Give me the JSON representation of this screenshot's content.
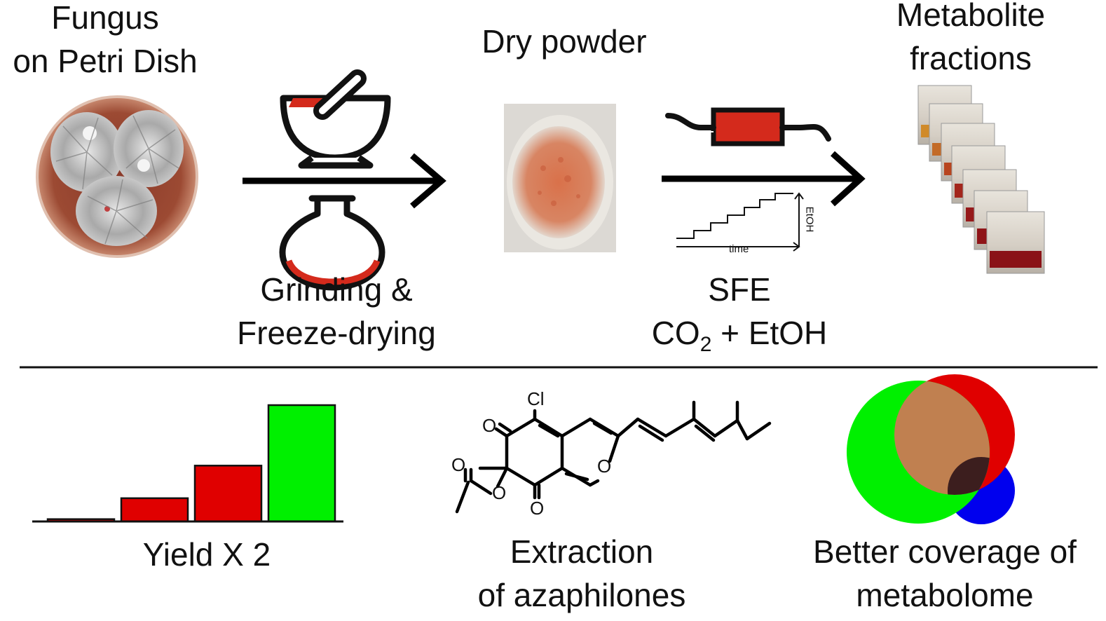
{
  "colors": {
    "red": "#d42a1c",
    "green": "#00f000",
    "blue": "#0000ee",
    "dark_red": "#e00000",
    "brown": "#c08050",
    "dark_brown": "#3c1e1e"
  },
  "steps": {
    "fungus": {
      "line1": "Fungus",
      "line2": "on Petri Dish"
    },
    "grinding": {
      "line1": "Grinding &",
      "line2": "Freeze-drying"
    },
    "powder": {
      "title": "Dry powder"
    },
    "sfe": {
      "line1": "SFE",
      "line2_a": "CO",
      "line2_sub": "2",
      "line2_b": " + EtOH",
      "gradient_x_label": "time",
      "gradient_y_label": "EtOH"
    },
    "fractions": {
      "line1": "Metabolite",
      "line2": "fractions"
    }
  },
  "results": {
    "yield": {
      "label": "Yield X 2"
    },
    "azaphilones": {
      "line1": "Extraction",
      "line2": "of azaphilones",
      "atom_cl": "Cl",
      "atom_o": "O"
    },
    "coverage": {
      "line1": "Better coverage of",
      "line2": "metabolome"
    }
  },
  "chart_data": {
    "type": "bar",
    "categories": [
      "",
      "",
      "",
      ""
    ],
    "values": [
      2,
      20,
      48,
      100
    ],
    "bar_colors": [
      "#e00000",
      "#e00000",
      "#e00000",
      "#00f000"
    ],
    "ylim": [
      0,
      100
    ],
    "title": "",
    "xlabel": "",
    "ylabel": ""
  }
}
